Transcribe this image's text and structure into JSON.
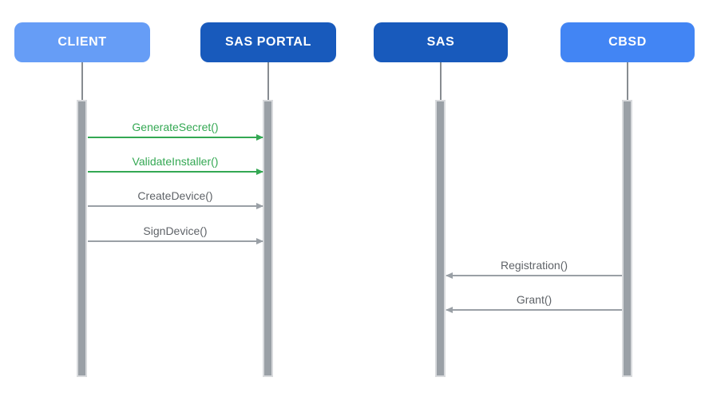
{
  "diagram": {
    "type": "sequence-diagram",
    "actors": [
      {
        "label": "CLIENT",
        "fill": "#669DF6",
        "text_color": "#FFFFFF"
      },
      {
        "label": "SAS PORTAL",
        "fill": "#185ABC",
        "text_color": "#FFFFFF"
      },
      {
        "label": "SAS",
        "fill": "#185ABC",
        "text_color": "#FFFFFF"
      },
      {
        "label": "CBSD",
        "fill": "#4285F4",
        "text_color": "#FFFFFF"
      }
    ],
    "messages": [
      {
        "label": "GenerateSecret()",
        "from": "CLIENT",
        "to": "SAS PORTAL",
        "direction": "right",
        "line_color": "#34A853",
        "text_color": "#34A853"
      },
      {
        "label": "ValidateInstaller()",
        "from": "CLIENT",
        "to": "SAS PORTAL",
        "direction": "right",
        "line_color": "#34A853",
        "text_color": "#34A853"
      },
      {
        "label": "CreateDevice()",
        "from": "CLIENT",
        "to": "SAS PORTAL",
        "direction": "right",
        "line_color": "#9AA0A6",
        "text_color": "#5F6368"
      },
      {
        "label": "SignDevice()",
        "from": "CLIENT",
        "to": "SAS PORTAL",
        "direction": "right",
        "line_color": "#9AA0A6",
        "text_color": "#5F6368"
      },
      {
        "label": "Registration()",
        "from": "CBSD",
        "to": "SAS",
        "direction": "left",
        "line_color": "#9AA0A6",
        "text_color": "#5F6368"
      },
      {
        "label": "Grant()",
        "from": "CBSD",
        "to": "SAS",
        "direction": "left",
        "line_color": "#9AA0A6",
        "text_color": "#5F6368"
      }
    ],
    "colors": {
      "lifeline": "#878C91",
      "activation_bar": "#9AA0A6",
      "background": "#FFFFFF"
    }
  }
}
